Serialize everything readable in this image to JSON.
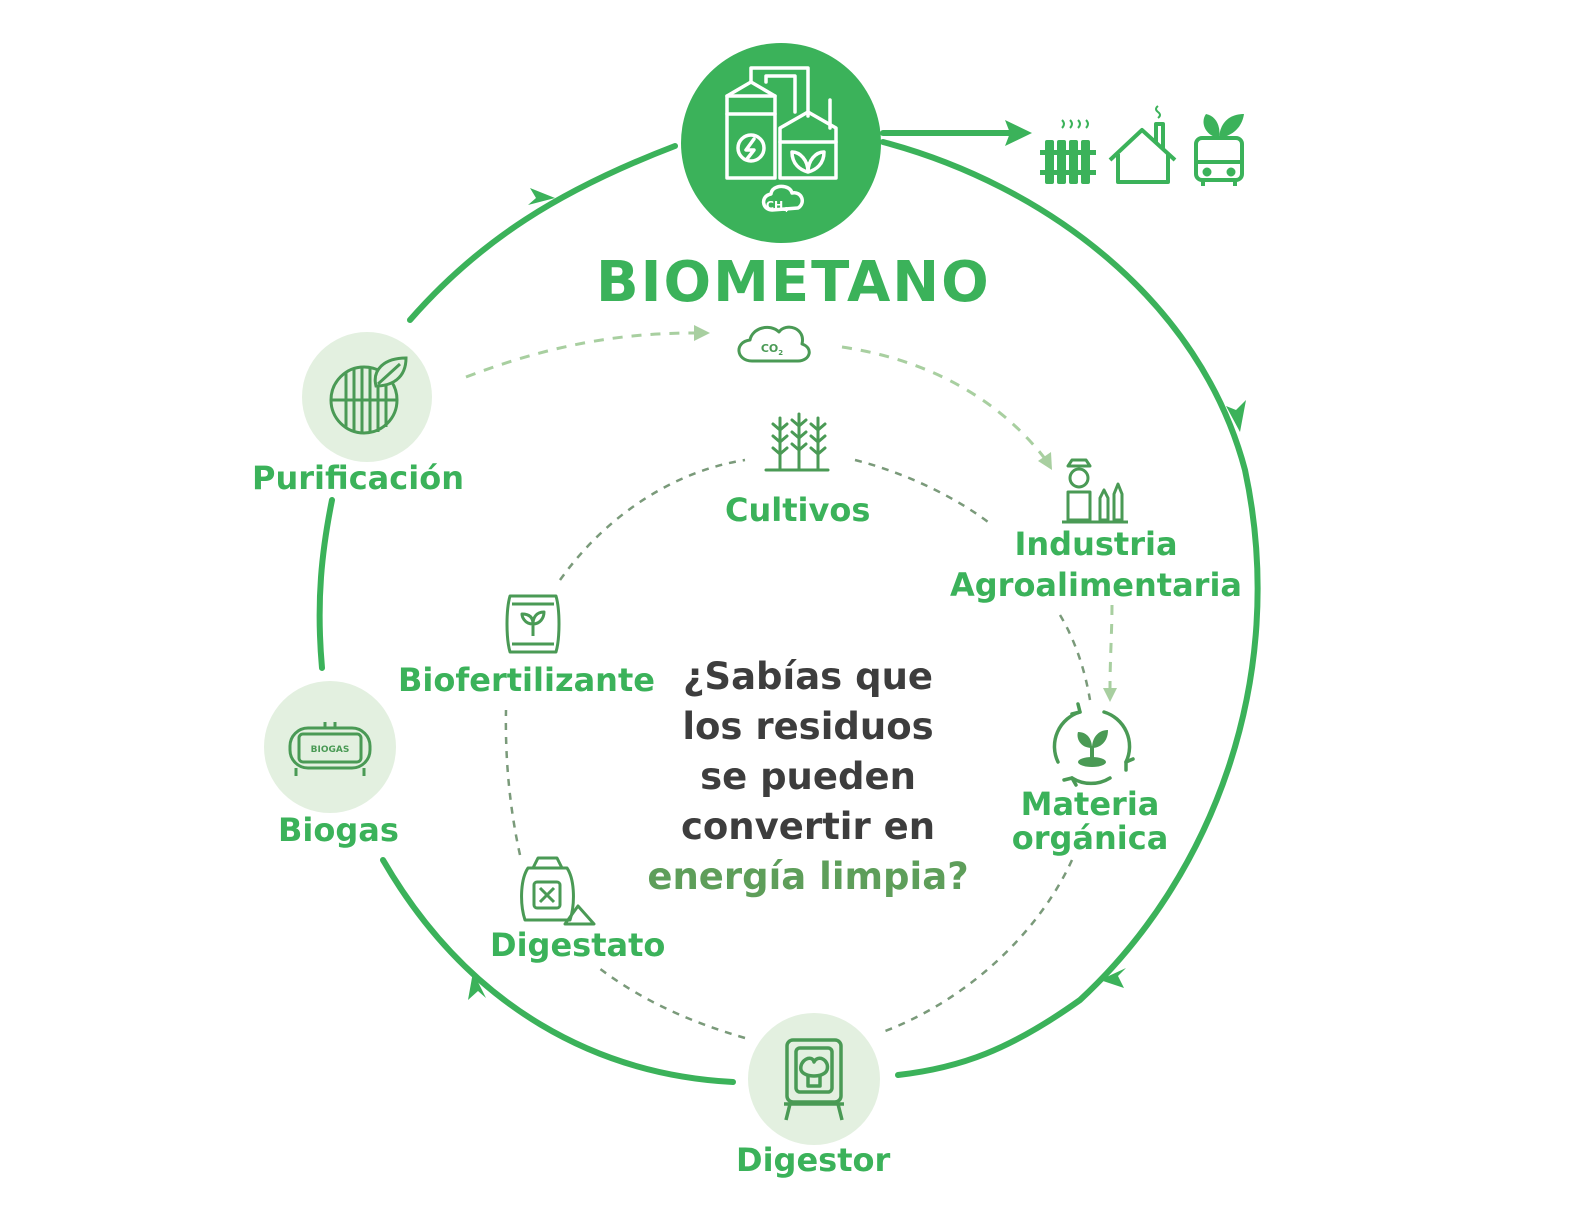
{
  "title": "BIOMETANO",
  "formulas": {
    "methane": "CH4",
    "co2": "CO2",
    "biogas_tank": "BIOGAS"
  },
  "stages": {
    "purificacion": "Purificación",
    "biogas": "Biogas",
    "digestor": "Digestor",
    "digestato": "Digestato",
    "biofertilizante": "Biofertilizante",
    "cultivos": "Cultivos",
    "industria_line1": "Industria",
    "industria_line2": "Agroalimentaria",
    "materia_line1": "Materia",
    "materia_line2": "orgánica"
  },
  "question": {
    "line1": "¿Sabías que",
    "line2": "los residuos",
    "line3": "se pueden",
    "line4": "convertir en",
    "highlight": "energía limpia?"
  },
  "colors": {
    "primary_green": "#3bb25a",
    "light_green_circle": "#e3f0e0",
    "dark_green_text": "#5e9e5a",
    "icon_green": "#4a9a55",
    "dashed_dark": "#7a9a7a",
    "dashed_light": "#a8cfa0",
    "text_dark": "#3d3d3d"
  },
  "icons": [
    "biomethane-plant-icon",
    "radiator-icon",
    "house-icon",
    "bus-icon",
    "co2-cloud-icon",
    "purification-filter-icon",
    "biogas-tank-icon",
    "digester-icon",
    "digestate-bag-icon",
    "fertilizer-bag-icon",
    "crops-icon",
    "food-industry-icon",
    "organic-matter-icon"
  ]
}
